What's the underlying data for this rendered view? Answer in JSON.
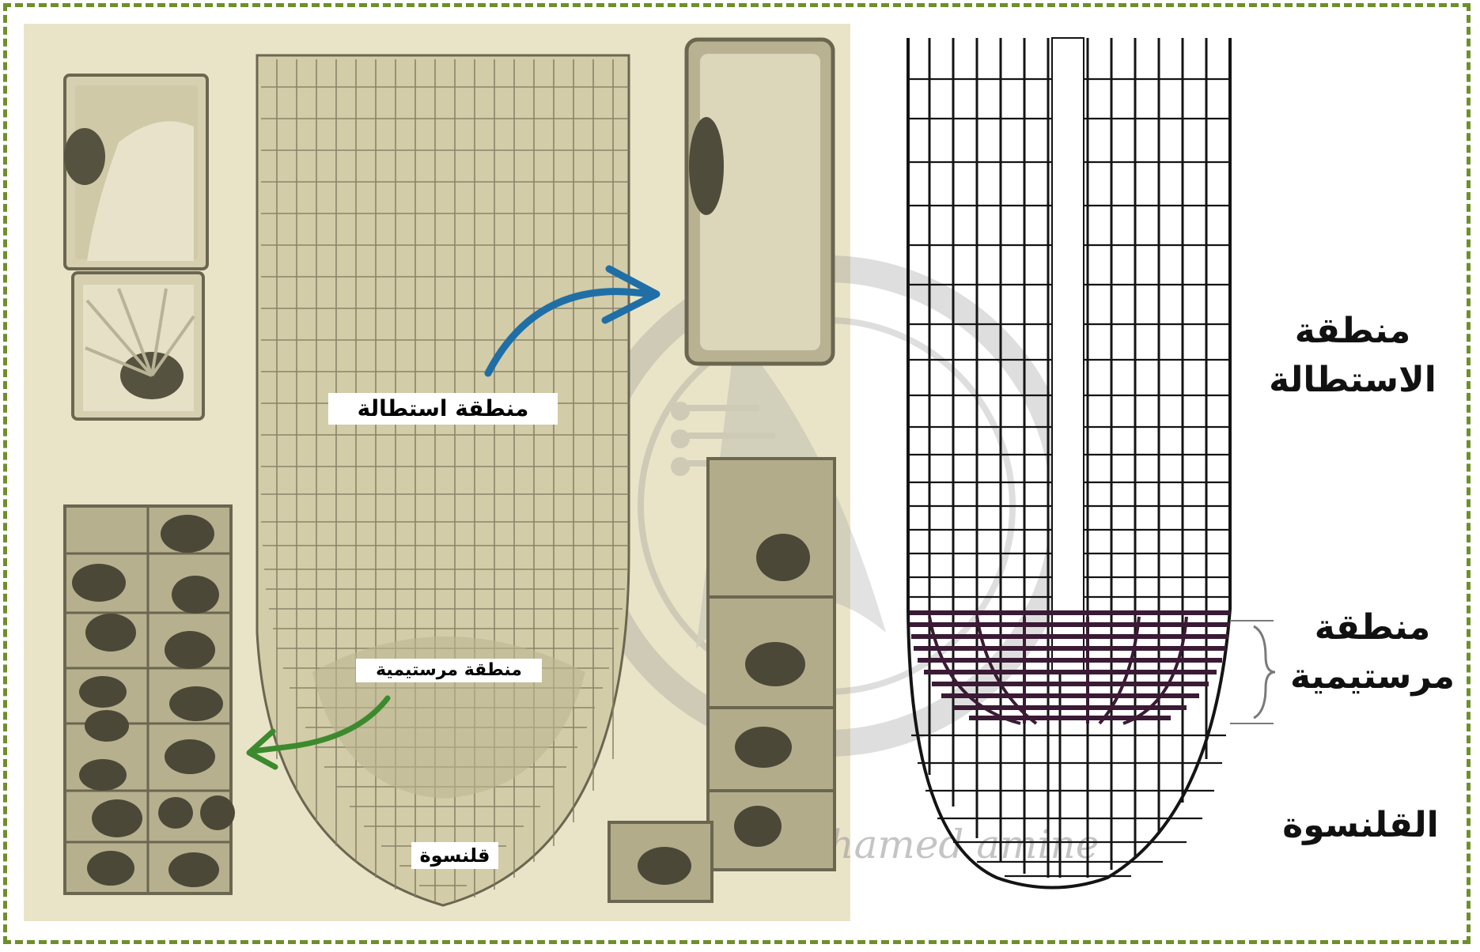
{
  "labels": {
    "elongation_zone": "منطقة  استطالة",
    "meristem_zone": "منطقة  مرستيمية",
    "root_cap": "قلنسوة"
  },
  "side_labels": {
    "elongation_line1": "منطقة",
    "elongation_line2": "الاستطالة",
    "meristem_line1": "منطقة",
    "meristem_line2": "مرستيمية",
    "cap": "القلنسوة"
  },
  "watermark": "mhamed amine",
  "colors": {
    "frame": "#6f8f2a",
    "photo_background": "#e9e4c8",
    "arrow_blue": "#1f6fa6",
    "arrow_green": "#3c8a2e",
    "cell_wall_dark": "#141414",
    "meristem_dark": "#3b1a35"
  }
}
